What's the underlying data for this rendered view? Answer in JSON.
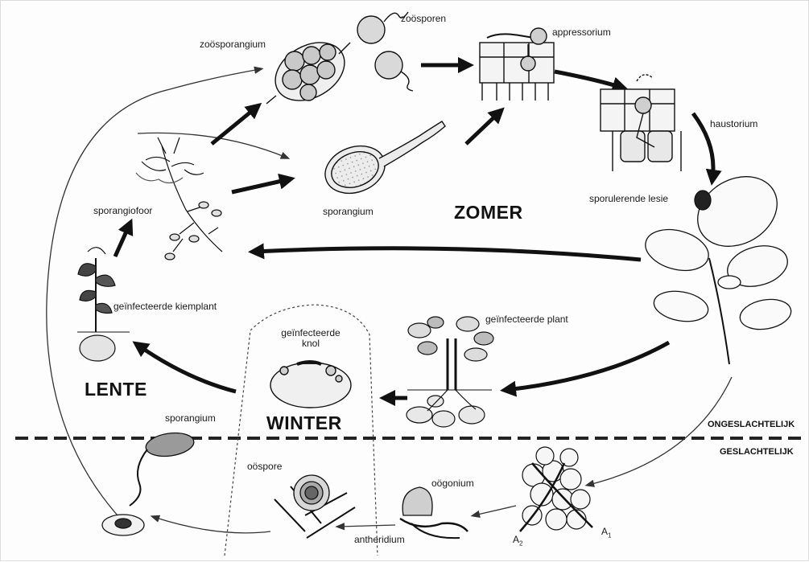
{
  "labels": {
    "zoosporangium": "zoösporangium",
    "zoosporen": "zoösporen",
    "appressorium": "appressorium",
    "haustorium": "haustorium",
    "sporangiofoor": "sporangiofoor",
    "sporangium_top": "sporangium",
    "sporulerende_lesie": "sporulerende lesie",
    "geinfecteerde_kiemplant": "geïnfecteerde kiemplant",
    "geinfecteerde_knol": "geïnfecteerde knol",
    "geinfecteerde_plant": "geïnfecteerde plant",
    "sporangium_bottom": "sporangium",
    "oospore": "oöspore",
    "oogonium": "oögonium",
    "antheridium": "antheridium",
    "a1": "A",
    "a1_sub": "1",
    "a2": "A",
    "a2_sub": "2"
  },
  "seasons": {
    "zomer": "ZOMER",
    "lente": "LENTE",
    "winter": "WINTER"
  },
  "divider": {
    "upper": "ONGESLACHTELIJK",
    "lower": "GESLACHTELIJK"
  }
}
